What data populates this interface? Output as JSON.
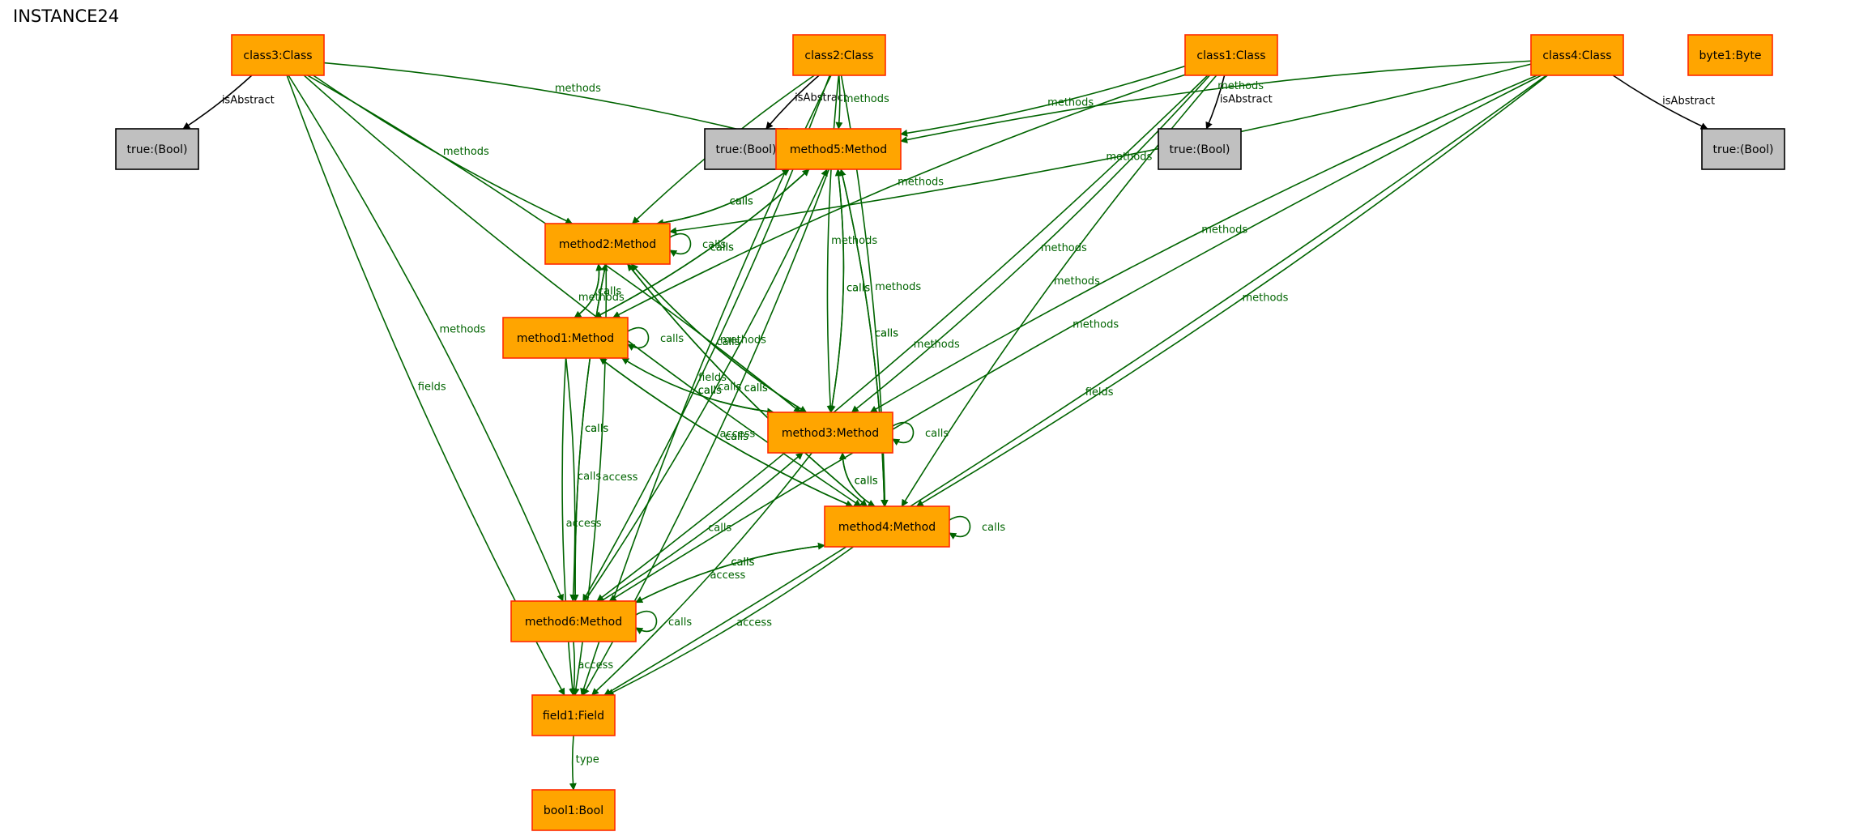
{
  "title": "INSTANCE24",
  "colors": {
    "node_fill": "#ffa500",
    "node_border": "#ff2a00",
    "bool_fill": "#c0c0c0",
    "bool_border": "#000000",
    "edge": "#006400",
    "edge_label": "#006400",
    "abstract_edge": "#000000"
  },
  "nodes": [
    {
      "id": "class3",
      "label": "class3:Class",
      "kind": "orange"
    },
    {
      "id": "class2",
      "label": "class2:Class",
      "kind": "orange"
    },
    {
      "id": "class1",
      "label": "class1:Class",
      "kind": "orange"
    },
    {
      "id": "class4",
      "label": "class4:Class",
      "kind": "orange"
    },
    {
      "id": "byte1",
      "label": "byte1:Byte",
      "kind": "orange"
    },
    {
      "id": "true3",
      "label": "true:(Bool)",
      "kind": "gray"
    },
    {
      "id": "true2",
      "label": "true:(Bool)",
      "kind": "gray"
    },
    {
      "id": "true1",
      "label": "true:(Bool)",
      "kind": "gray"
    },
    {
      "id": "true4",
      "label": "true:(Bool)",
      "kind": "gray"
    },
    {
      "id": "method5",
      "label": "method5:Method",
      "kind": "orange"
    },
    {
      "id": "method2",
      "label": "method2:Method",
      "kind": "orange"
    },
    {
      "id": "method1",
      "label": "method1:Method",
      "kind": "orange"
    },
    {
      "id": "method3",
      "label": "method3:Method",
      "kind": "orange"
    },
    {
      "id": "method4",
      "label": "method4:Method",
      "kind": "orange"
    },
    {
      "id": "method6",
      "label": "method6:Method",
      "kind": "orange"
    },
    {
      "id": "field1",
      "label": "field1:Field",
      "kind": "orange"
    },
    {
      "id": "bool1",
      "label": "bool1:Bool",
      "kind": "orange"
    }
  ],
  "edges": [
    {
      "from": "class3",
      "to": "true3",
      "label": "isAbstract",
      "kind": "abstract"
    },
    {
      "from": "class2",
      "to": "true2",
      "label": "isAbstract",
      "kind": "abstract"
    },
    {
      "from": "class1",
      "to": "true1",
      "label": "isAbstract",
      "kind": "abstract"
    },
    {
      "from": "class4",
      "to": "true4",
      "label": "isAbstract",
      "kind": "abstract"
    },
    {
      "from": "class3",
      "to": "method5",
      "label": "methods"
    },
    {
      "from": "class3",
      "to": "method2",
      "label": "methods"
    },
    {
      "from": "class3",
      "to": "method3",
      "label": "methods"
    },
    {
      "from": "class3",
      "to": "method4",
      "label": "methods"
    },
    {
      "from": "class3",
      "to": "method6",
      "label": "methods"
    },
    {
      "from": "class3",
      "to": "field1",
      "label": "fields"
    },
    {
      "from": "class2",
      "to": "method5",
      "label": "methods"
    },
    {
      "from": "class2",
      "to": "method2",
      "label": "methods"
    },
    {
      "from": "class2",
      "to": "method6",
      "label": "methods"
    },
    {
      "from": "class2",
      "to": "method3",
      "label": "methods"
    },
    {
      "from": "class2",
      "to": "method4",
      "label": "methods"
    },
    {
      "from": "class2",
      "to": "field1",
      "label": "fields"
    },
    {
      "from": "class1",
      "to": "method5",
      "label": "methods"
    },
    {
      "from": "class1",
      "to": "method1",
      "label": "methods"
    },
    {
      "from": "class1",
      "to": "method3",
      "label": "methods"
    },
    {
      "from": "class1",
      "to": "method4",
      "label": "methods"
    },
    {
      "from": "class1",
      "to": "method6",
      "label": "methods"
    },
    {
      "from": "class4",
      "to": "method5",
      "label": "methods"
    },
    {
      "from": "class4",
      "to": "method2",
      "label": "methods"
    },
    {
      "from": "class4",
      "to": "method3",
      "label": "methods"
    },
    {
      "from": "class4",
      "to": "method4",
      "label": "methods"
    },
    {
      "from": "class4",
      "to": "method6",
      "label": "methods"
    },
    {
      "from": "class4",
      "to": "field1",
      "label": "fields"
    },
    {
      "from": "method5",
      "to": "method2",
      "label": "calls"
    },
    {
      "from": "method2",
      "to": "method5",
      "label": "calls"
    },
    {
      "from": "method5",
      "to": "method1",
      "label": "calls"
    },
    {
      "from": "method1",
      "to": "method5",
      "label": "calls"
    },
    {
      "from": "method5",
      "to": "method3",
      "label": "calls"
    },
    {
      "from": "method3",
      "to": "method5",
      "label": "calls"
    },
    {
      "from": "method5",
      "to": "method4",
      "label": "calls"
    },
    {
      "from": "method4",
      "to": "method5",
      "label": "calls"
    },
    {
      "from": "method6",
      "to": "method5",
      "label": "calls"
    },
    {
      "from": "method5",
      "to": "field1",
      "label": "access"
    },
    {
      "from": "method2",
      "to": "method2",
      "label": "calls"
    },
    {
      "from": "method2",
      "to": "method1",
      "label": "calls"
    },
    {
      "from": "method1",
      "to": "method2",
      "label": "calls"
    },
    {
      "from": "method2",
      "to": "method3",
      "label": "calls"
    },
    {
      "from": "method3",
      "to": "method2",
      "label": "calls"
    },
    {
      "from": "method2",
      "to": "method4",
      "label": "calls"
    },
    {
      "from": "method4",
      "to": "method2",
      "label": "calls"
    },
    {
      "from": "method2",
      "to": "method6",
      "label": "calls"
    },
    {
      "from": "method6",
      "to": "method2",
      "label": "calls"
    },
    {
      "from": "method2",
      "to": "field1",
      "label": "access"
    },
    {
      "from": "method1",
      "to": "method1",
      "label": "calls"
    },
    {
      "from": "method1",
      "to": "method3",
      "label": "calls"
    },
    {
      "from": "method3",
      "to": "method1",
      "label": "calls"
    },
    {
      "from": "method1",
      "to": "method4",
      "label": "calls"
    },
    {
      "from": "method4",
      "to": "method1",
      "label": "calls"
    },
    {
      "from": "method1",
      "to": "method6",
      "label": "calls"
    },
    {
      "from": "method1",
      "to": "field1",
      "label": "access"
    },
    {
      "from": "method3",
      "to": "method3",
      "label": "calls"
    },
    {
      "from": "method3",
      "to": "method4",
      "label": "calls"
    },
    {
      "from": "method4",
      "to": "method3",
      "label": "calls"
    },
    {
      "from": "method6",
      "to": "method3",
      "label": "calls"
    },
    {
      "from": "method3",
      "to": "field1",
      "label": "access"
    },
    {
      "from": "method4",
      "to": "method4",
      "label": "calls"
    },
    {
      "from": "method4",
      "to": "method6",
      "label": "calls"
    },
    {
      "from": "method6",
      "to": "method4",
      "label": "calls"
    },
    {
      "from": "method4",
      "to": "field1",
      "label": "access"
    },
    {
      "from": "method6",
      "to": "method6",
      "label": "calls"
    },
    {
      "from": "method6",
      "to": "field1",
      "label": "access"
    },
    {
      "from": "field1",
      "to": "bool1",
      "label": "type"
    }
  ]
}
